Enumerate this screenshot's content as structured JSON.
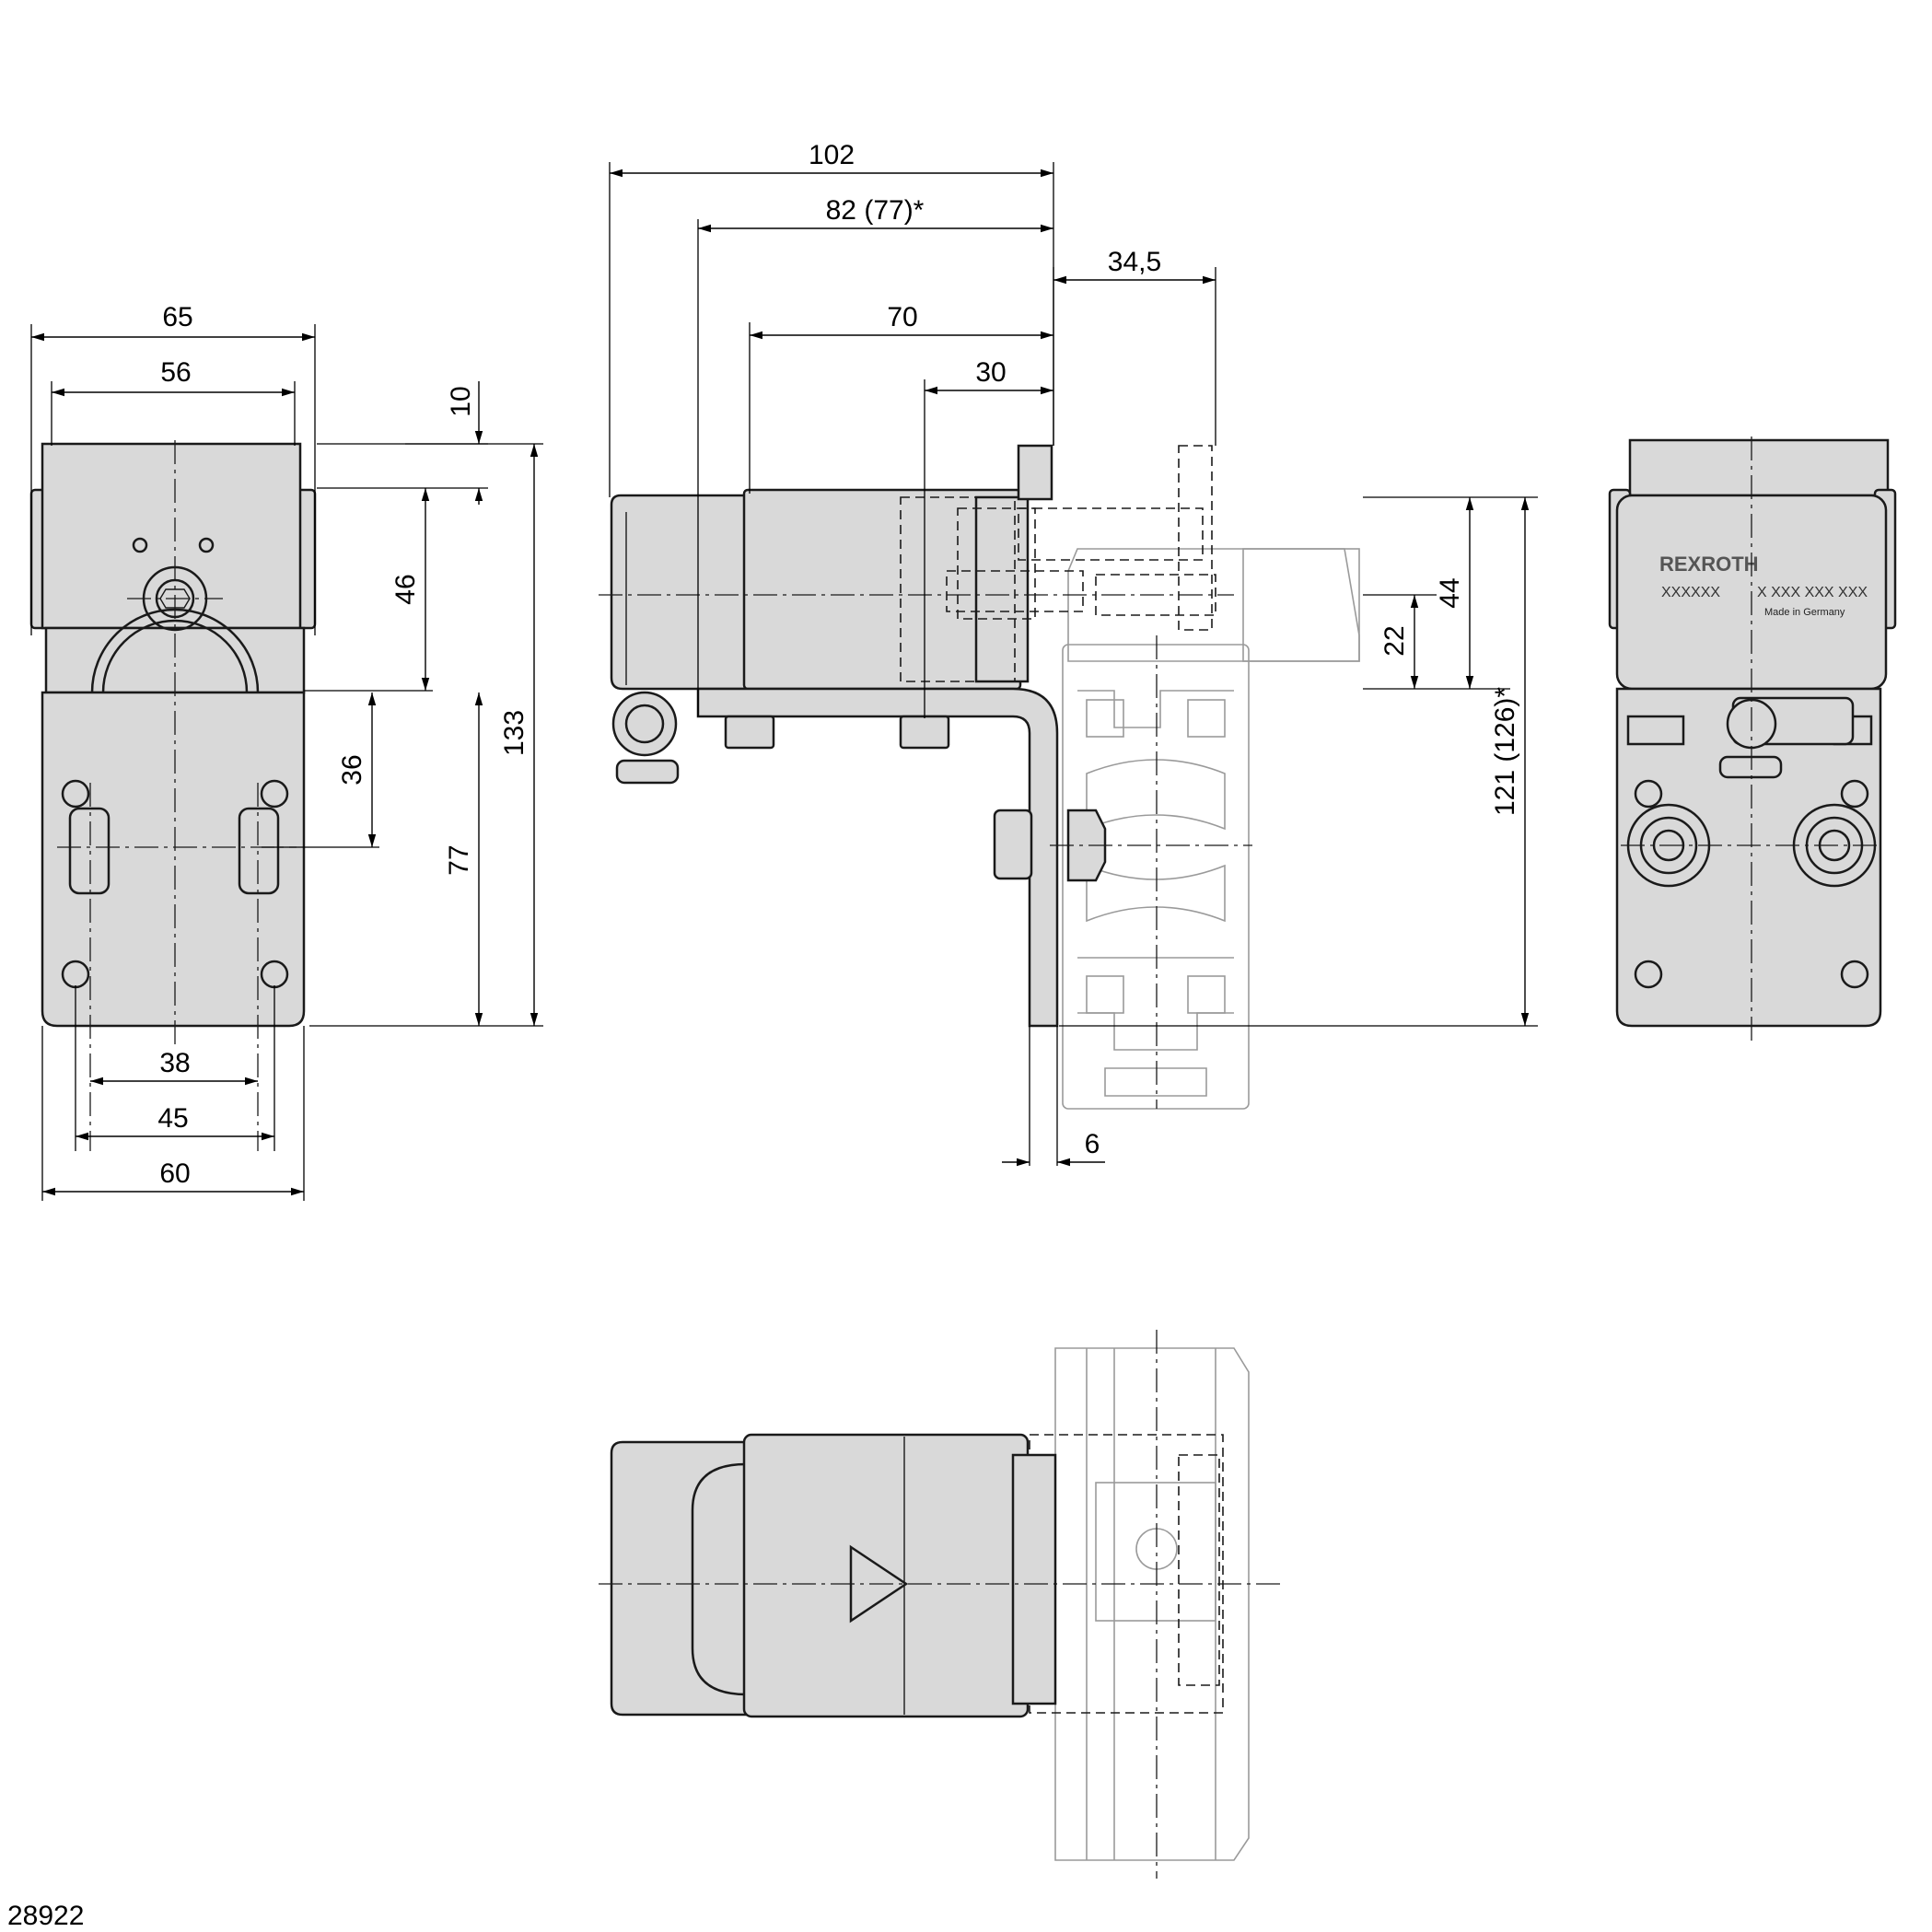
{
  "drawing_number": "28922",
  "label": {
    "brand": "REXROTH",
    "code_left": "XXXXXX",
    "code_right": "X XXX XXX XXX",
    "made_in": "Made in Germany"
  },
  "front_view": {
    "width_top": "65",
    "width_inner": "56",
    "offset_top": "10",
    "height_body": "46",
    "height_36": "36",
    "height_77": "77",
    "height_total": "133",
    "hole_spacing_38": "38",
    "hole_spacing_45": "45",
    "width_base": "60"
  },
  "side_view": {
    "length_total": "102",
    "length_82": "82 (77)*",
    "offset_345": "34,5",
    "length_70": "70",
    "length_30": "30",
    "height_44": "44",
    "height_22": "22",
    "height_121": "121 (126)*",
    "thickness_6": "6"
  }
}
